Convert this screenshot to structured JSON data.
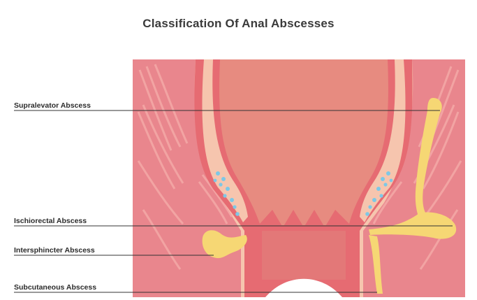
{
  "title": "Classification Of Anal Abscesses",
  "labels": {
    "supralevator": "Supralevator Abscess",
    "ischiorectal": "Ischiorectal Abscess",
    "intersphincter": "Intersphincter Abscess",
    "subcutaneous": "Subcutaneous Abscess"
  },
  "colors": {
    "background_tissue": "#f6c5ae",
    "outer_muscle": "#e9868d",
    "muscle_stripe": "#f3a8a6",
    "rectum_wall": "#e66b72",
    "rectum_lumen": "#e78b80",
    "abscess": "#f6d774",
    "fat_dots": "#7dc8e6"
  }
}
